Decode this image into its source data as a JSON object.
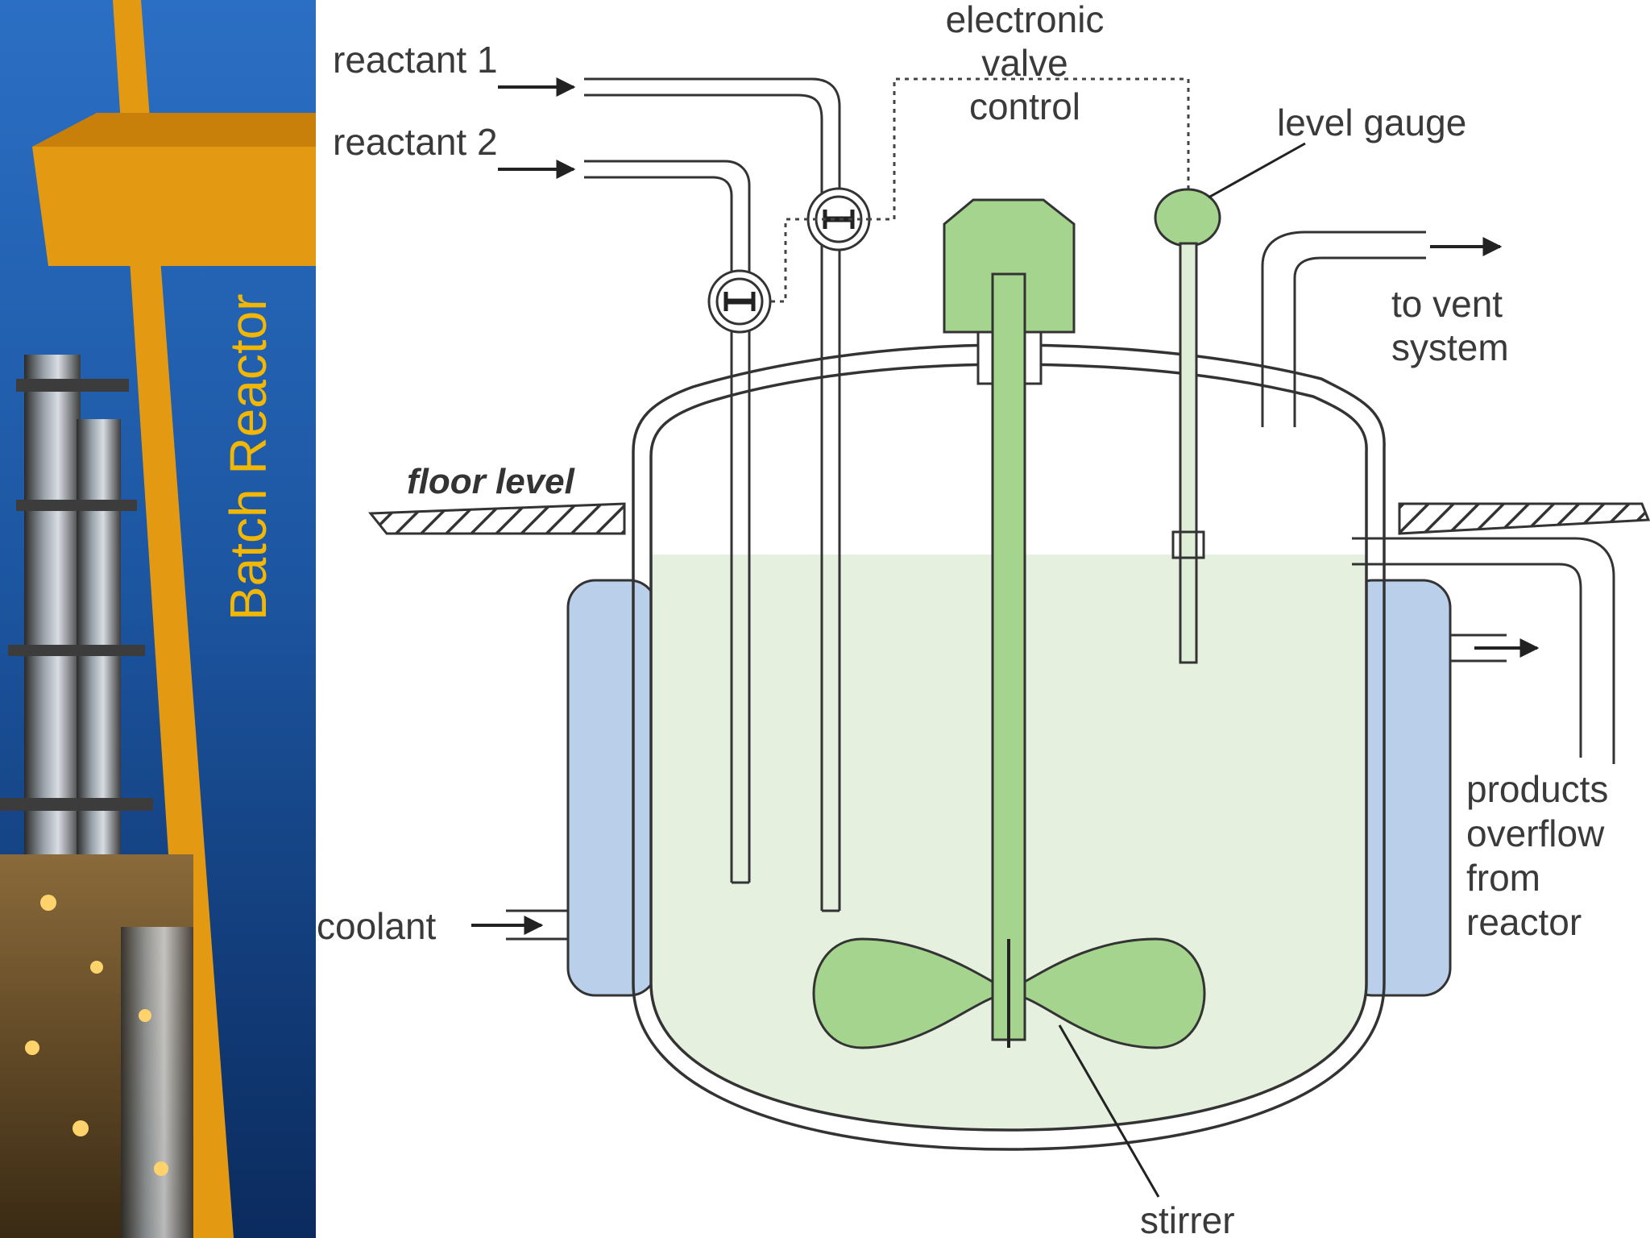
{
  "slide": {
    "title": "Batch Reactor",
    "colors": {
      "sidebar_blue": "#1c5aa8",
      "sidebar_dark": "#0a2a5c",
      "accent_orange": "#e39a12",
      "title_yellow": "#f2b705",
      "liquid_green": "#e6f0df",
      "part_green": "#a5d48e",
      "jacket_blue": "#b9cfea"
    }
  },
  "diagram": {
    "labels": {
      "reactant1": "reactant 1",
      "reactant2": "reactant 2",
      "valve_line1": "electronic",
      "valve_line2": "valve",
      "valve_line3": "control",
      "level_gauge": "level gauge",
      "vent_line1": "to vent",
      "vent_line2": "system",
      "floor_level": "floor level",
      "coolant": "coolant",
      "products_line1": "products",
      "products_line2": "overflow",
      "products_line3": "from",
      "products_line4": "reactor",
      "stirrer": "stirrer"
    }
  }
}
